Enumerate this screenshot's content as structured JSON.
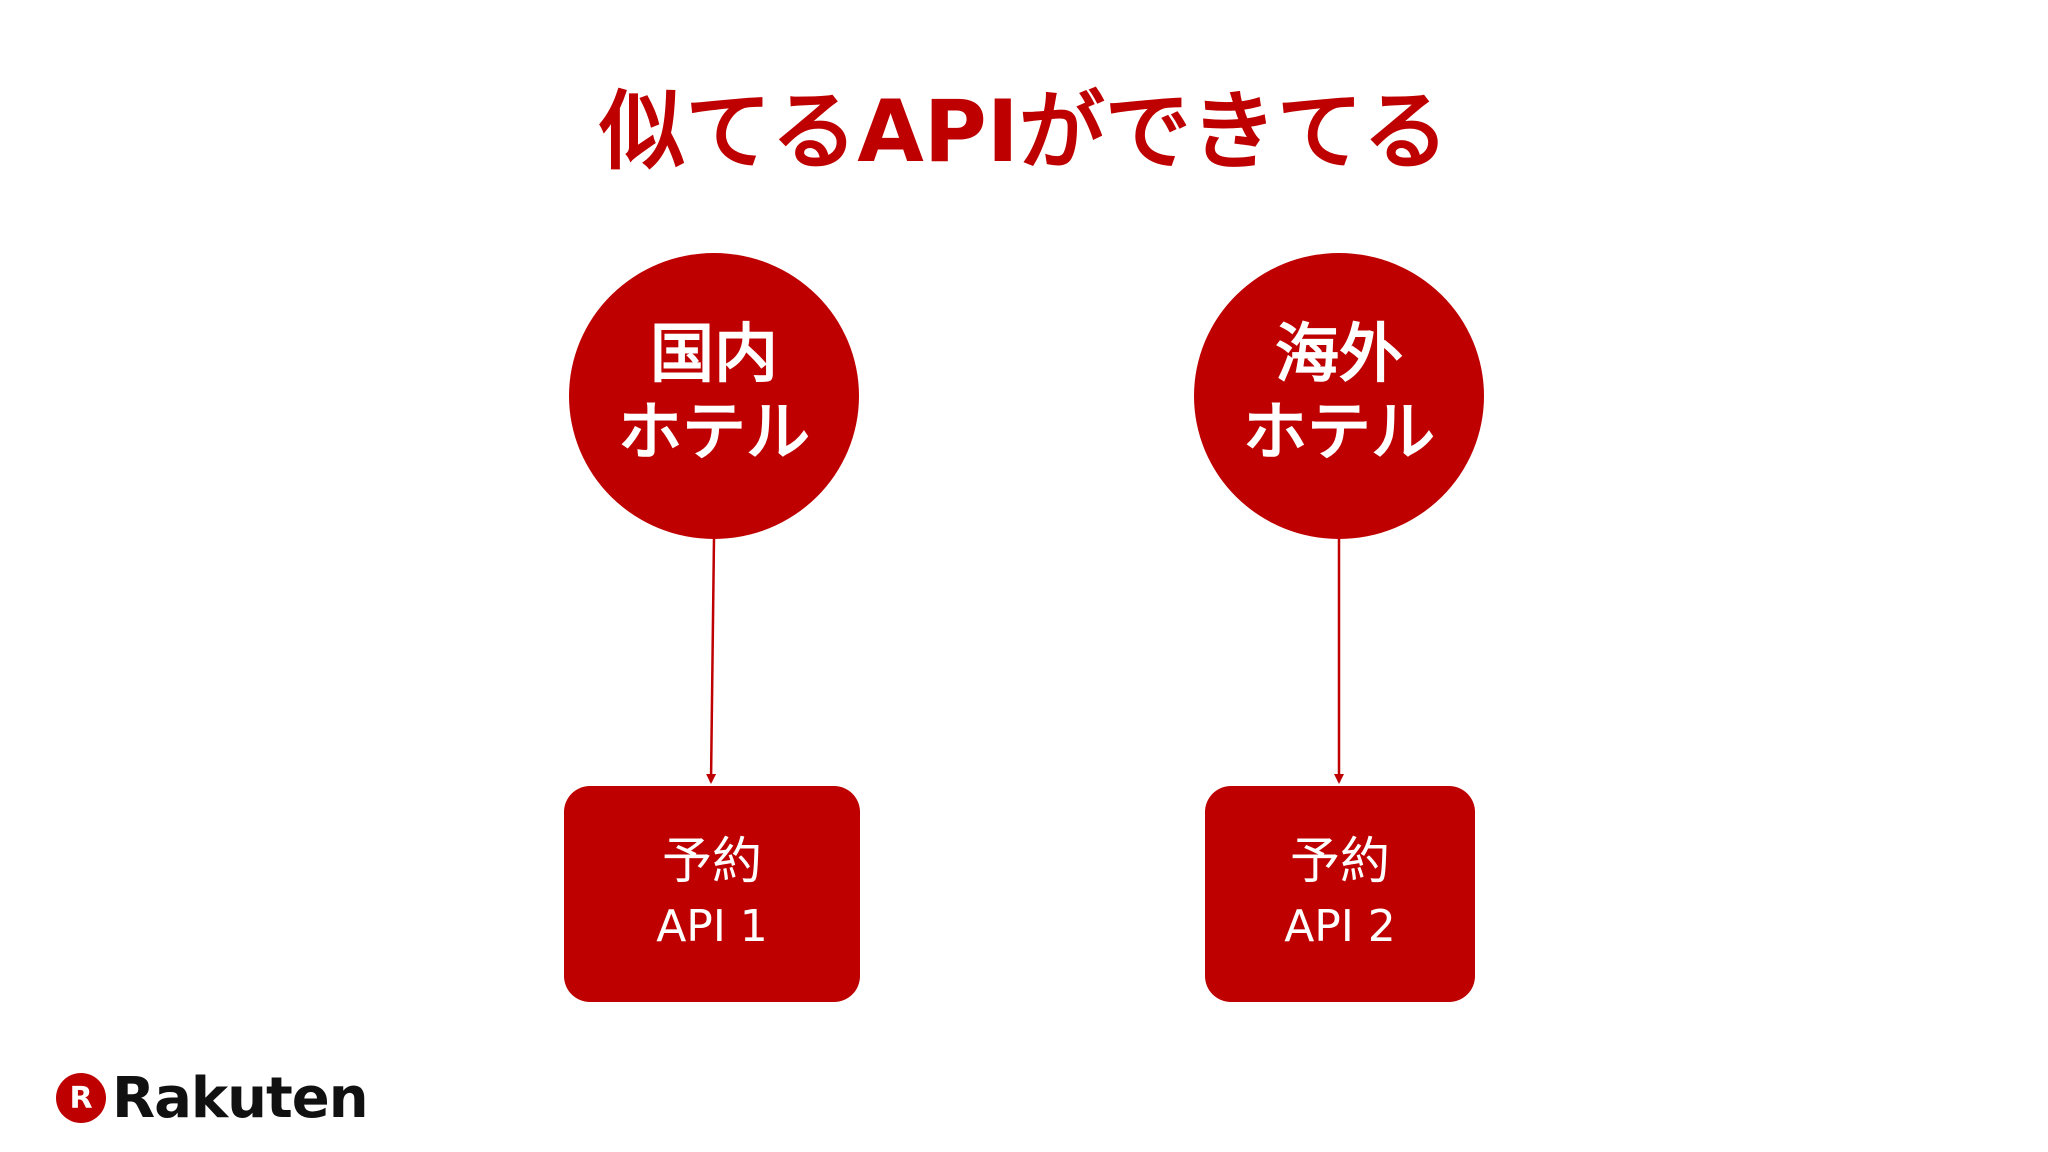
{
  "slide": {
    "title": "似てるAPIができてる"
  },
  "diagram": {
    "branches": [
      {
        "circle": {
          "line1": "国内",
          "line2": "ホテル"
        },
        "box": {
          "line1": "予約",
          "line2": "API 1"
        }
      },
      {
        "circle": {
          "line1": "海外",
          "line2": "ホテル"
        },
        "box": {
          "line1": "予約",
          "line2": "API 2"
        }
      }
    ]
  },
  "logo": {
    "mark": "R",
    "text": "Rakuten"
  },
  "colors": {
    "accent": "#bf0000",
    "text_on_accent": "#ffffff",
    "logo_text": "#111111"
  }
}
